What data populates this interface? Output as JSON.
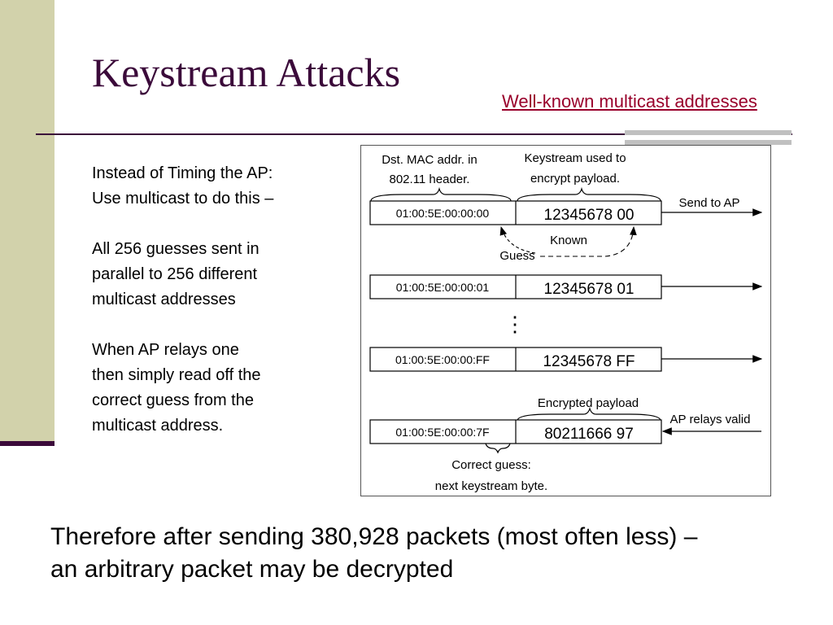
{
  "title": "Keystream Attacks",
  "top_link": "Well-known multicast addresses",
  "bullets": [
    [
      "Instead of Timing the AP:",
      "Use multicast to do this –"
    ],
    [
      "All 256 guesses sent in",
      "parallel to 256 different",
      "multicast addresses"
    ],
    [
      "When AP relays one",
      "then simply read off the",
      "correct guess from the",
      "multicast address."
    ]
  ],
  "diagram": {
    "label_dst_line1": "Dst. MAC addr. in",
    "label_dst_line2": "802.11 header.",
    "label_ks_line1": "Keystream used to",
    "label_ks_line2": "encrypt payload.",
    "send_label": "Send to AP",
    "known_label": "Known",
    "guess_label": "Guess",
    "dots": "⋮",
    "rows": [
      {
        "mac": "01:00:5E:00:00:00",
        "payload": "12345678 00"
      },
      {
        "mac": "01:00:5E:00:00:01",
        "payload": "12345678 01"
      },
      {
        "mac": "01:00:5E:00:00:FF",
        "payload": "12345678 FF"
      },
      {
        "mac": "01:00:5E:00:00:7F",
        "payload": "80211666 97"
      }
    ],
    "enc_label": "Encrypted payload",
    "relay_label": "AP relays valid",
    "correct_line1": "Correct guess:",
    "correct_line2": "next keystream byte."
  },
  "bottom": [
    "Therefore after sending 380,928 packets (most often less) –",
    "an arbitrary packet may be decrypted"
  ]
}
